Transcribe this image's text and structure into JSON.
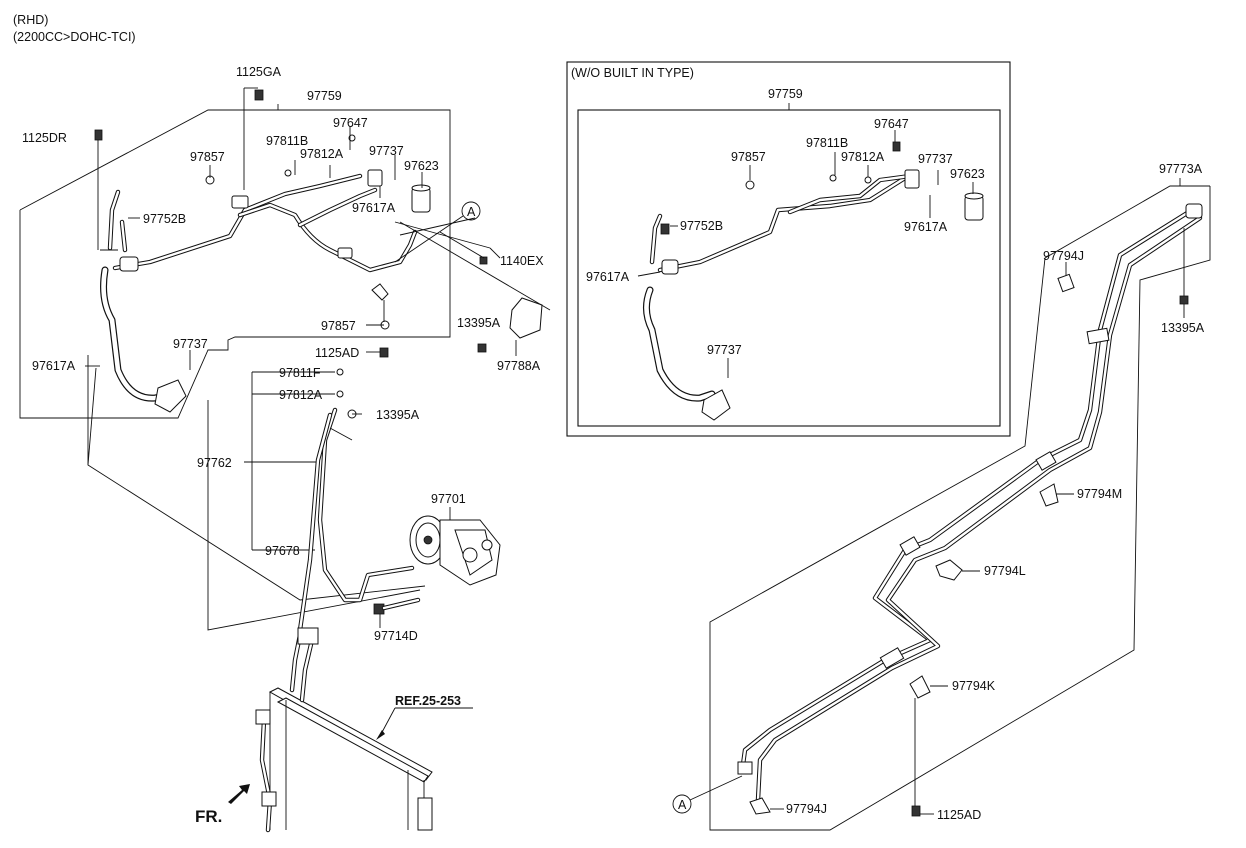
{
  "header": {
    "line1": "(RHD)",
    "line2": "(2200CC>DOHC-TCI)"
  },
  "inset": {
    "title": "(W/O BUILT IN TYPE)",
    "labels": {
      "p97759": "97759",
      "p97647": "97647",
      "p97811B": "97811B",
      "p97812A": "97812A",
      "p97857": "97857",
      "p97737a": "97737",
      "p97623": "97623",
      "p97752B": "97752B",
      "p97617Aa": "97617A",
      "p97617Ab": "97617A",
      "p97737b": "97737"
    }
  },
  "main": {
    "labels": {
      "p1125GA": "1125GA",
      "p97759": "97759",
      "p1125DR": "1125DR",
      "p97647": "97647",
      "p97811B": "97811B",
      "p97812A": "97812A",
      "p97857a": "97857",
      "p97737a": "97737",
      "p97623": "97623",
      "p97617Aa": "97617A",
      "p97752B": "97752B",
      "p1140EX": "1140EX",
      "p13395Aa": "13395A",
      "p97788A": "97788A",
      "p97857b": "97857",
      "p1125ADa": "1125AD",
      "p97737b": "97737",
      "p97617Ab": "97617A",
      "p97811F": "97811F",
      "p97812Ab": "97812A",
      "p13395Ab": "13395A",
      "p97762": "97762",
      "p97701": "97701",
      "p97678": "97678",
      "p97714D": "97714D",
      "ref": "REF.25-253",
      "fr": "FR."
    }
  },
  "right": {
    "labels": {
      "p97773A": "97773A",
      "p97794J": "97794J",
      "p13395A": "13395A",
      "p97794M": "97794M",
      "p97794L": "97794L",
      "p97794K": "97794K",
      "p97794Jb": "97794J",
      "p1125AD": "1125AD"
    }
  },
  "callout": "A"
}
